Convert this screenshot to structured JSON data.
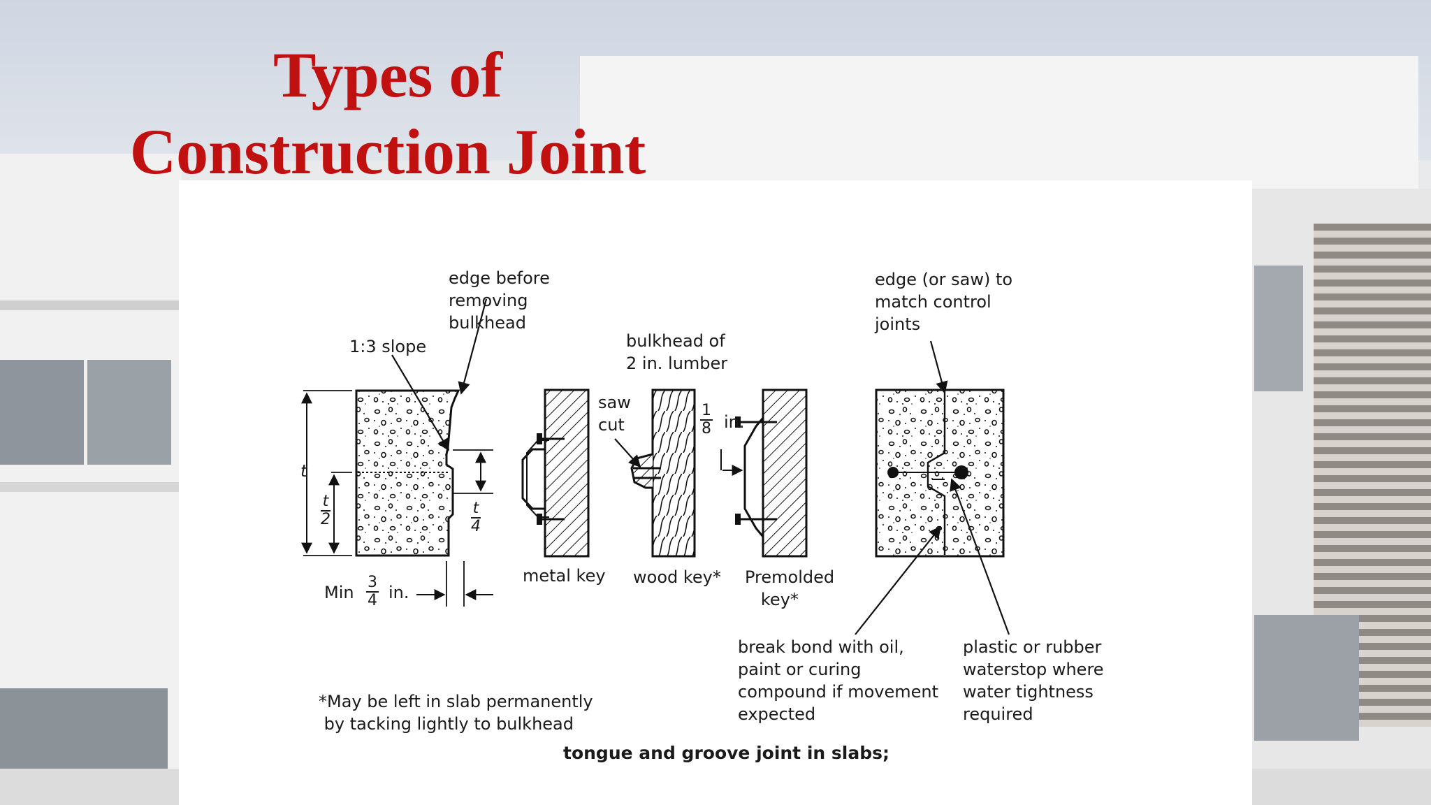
{
  "title": {
    "line1": "Types of",
    "line2": "Construction Joint"
  },
  "diagram": {
    "labels": {
      "edge_before": "edge before\nremoving\nbulkhead",
      "slope": "1:3 slope",
      "t": "t",
      "t_half_num": "t",
      "t_half_den": "2",
      "t_quarter_num": "t",
      "t_quarter_den": "4",
      "min_prefix": "Min",
      "min_num": "3",
      "min_den": "4",
      "min_suffix": "in.",
      "saw_cut": "saw\ncut",
      "bulkhead_lumber": "bulkhead of\n2 in. lumber",
      "eighth_num": "1",
      "eighth_den": "8",
      "eighth_in": "in.",
      "metal_key": "metal key",
      "wood_key": "wood key*",
      "premolded_key": "Premolded\n   key*",
      "edge_saw": "edge (or saw) to\nmatch control\njoints",
      "break_bond": "break bond with oil,\npaint or curing\ncompound if movement\nexpected",
      "waterstop": "plastic or rubber\nwaterstop where\nwater tightness\nrequired",
      "footnote": "*May be left in slab permanently\n by tacking lightly to bulkhead",
      "caption": "tongue and groove joint in slabs;"
    }
  }
}
